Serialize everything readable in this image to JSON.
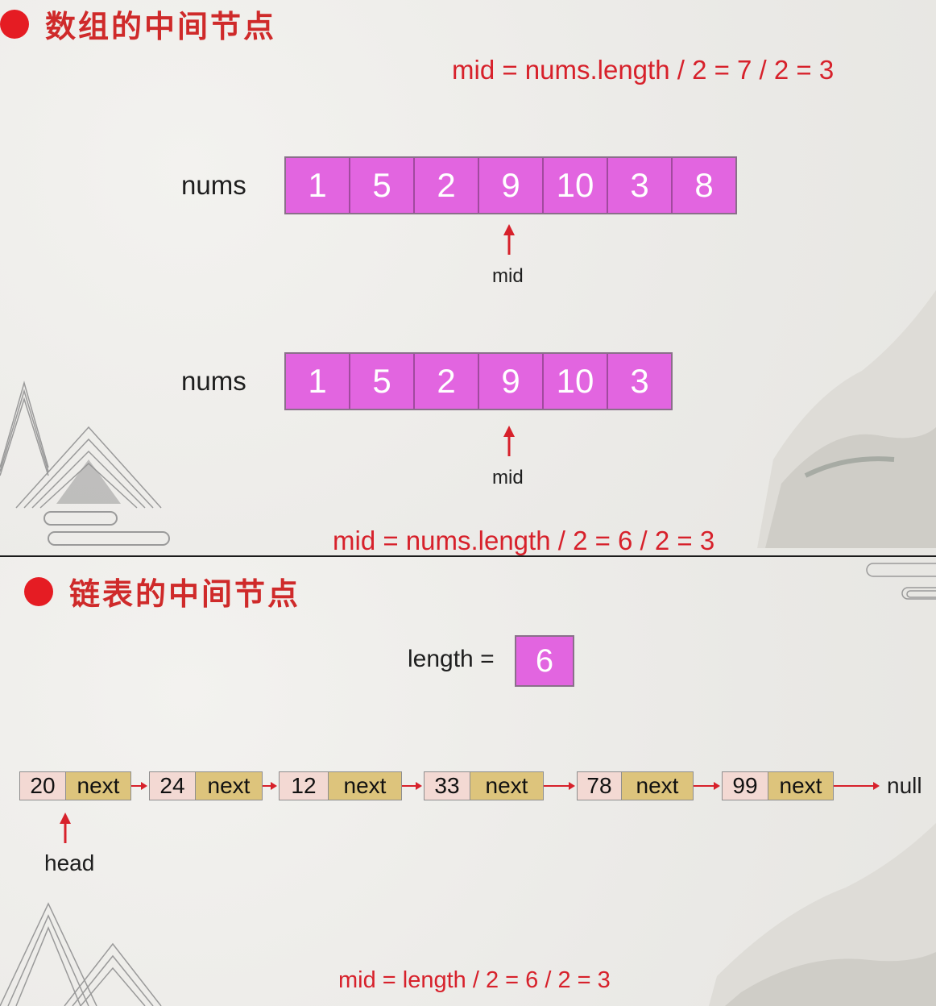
{
  "slide1": {
    "title": "数组的中间节点",
    "formula_top": "mid = nums.length / 2 = 7 / 2 = 3",
    "array1": {
      "label": "nums",
      "values": [
        "1",
        "5",
        "2",
        "9",
        "10",
        "3",
        "8"
      ],
      "pointer_label": "mid",
      "pointer_index": 3
    },
    "array2": {
      "label": "nums",
      "values": [
        "1",
        "5",
        "2",
        "9",
        "10",
        "3"
      ],
      "pointer_label": "mid",
      "pointer_index": 3
    },
    "formula_bottom": "mid = nums.length / 2 = 6 / 2 = 3"
  },
  "slide2": {
    "title": "链表的中间节点",
    "length_label": "length =",
    "length_value": "6",
    "nodes": [
      {
        "value": "20",
        "next": "next"
      },
      {
        "value": "24",
        "next": "next"
      },
      {
        "value": "12",
        "next": "next"
      },
      {
        "value": "33",
        "next": "next"
      },
      {
        "value": "78",
        "next": "next"
      },
      {
        "value": "99",
        "next": "next"
      }
    ],
    "null_label": "null",
    "head_label": "head",
    "formula": "mid = length / 2 = 6 / 2 = 3"
  },
  "colors": {
    "accent_red": "#d7212b",
    "array_fill": "#e265e0",
    "node_value": "#f3d9d3",
    "node_next": "#ddc47c"
  }
}
